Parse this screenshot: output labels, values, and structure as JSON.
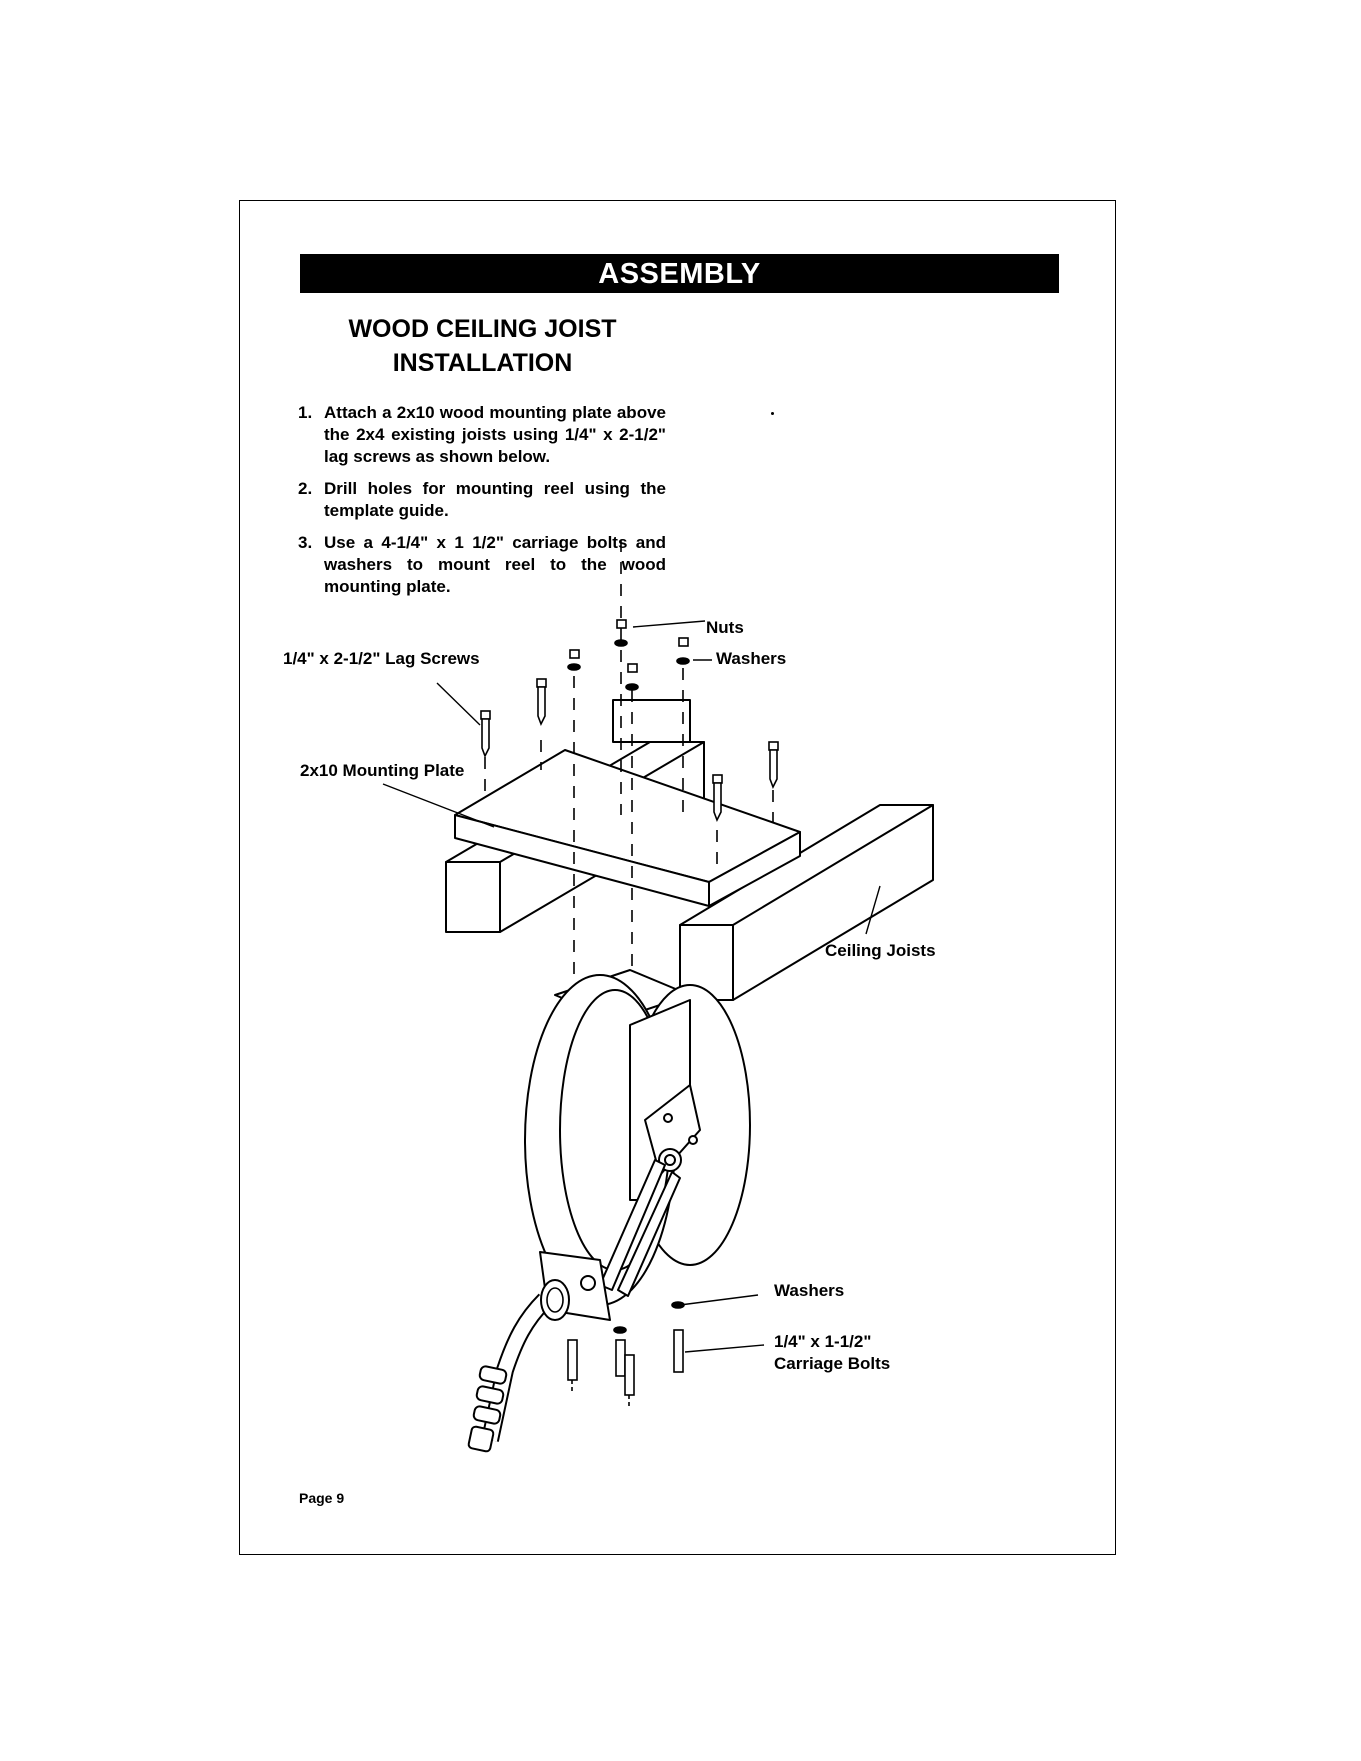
{
  "header": {
    "banner": "ASSEMBLY"
  },
  "section": {
    "title_line1": "WOOD CEILING JOIST",
    "title_line2": "INSTALLATION"
  },
  "steps": [
    {
      "num": "1.",
      "text": "Attach a 2x10 wood mounting plate above the 2x4 existing joists using 1/4\" x 2-1/2\" lag screws as shown below."
    },
    {
      "num": "2.",
      "text": "Drill holes for mounting reel using the template guide."
    },
    {
      "num": "3.",
      "text": "Use a 4-1/4\" x 1 1/2\" carriage bolts and washers to mount reel to the wood mounting plate."
    }
  ],
  "diagram": {
    "labels": {
      "nuts": "Nuts",
      "washers_top": "Washers",
      "lag_screws": "1/4\" x 2-1/2\"  Lag Screws",
      "mounting_plate": "2x10 Mounting Plate",
      "ceiling_joists": "Ceiling Joists",
      "washers_bottom": "Washers",
      "carriage_bolts_line1": "1/4\" x 1-1/2\"",
      "carriage_bolts_line2": "Carriage Bolts"
    }
  },
  "footer": {
    "page": "Page 9"
  }
}
